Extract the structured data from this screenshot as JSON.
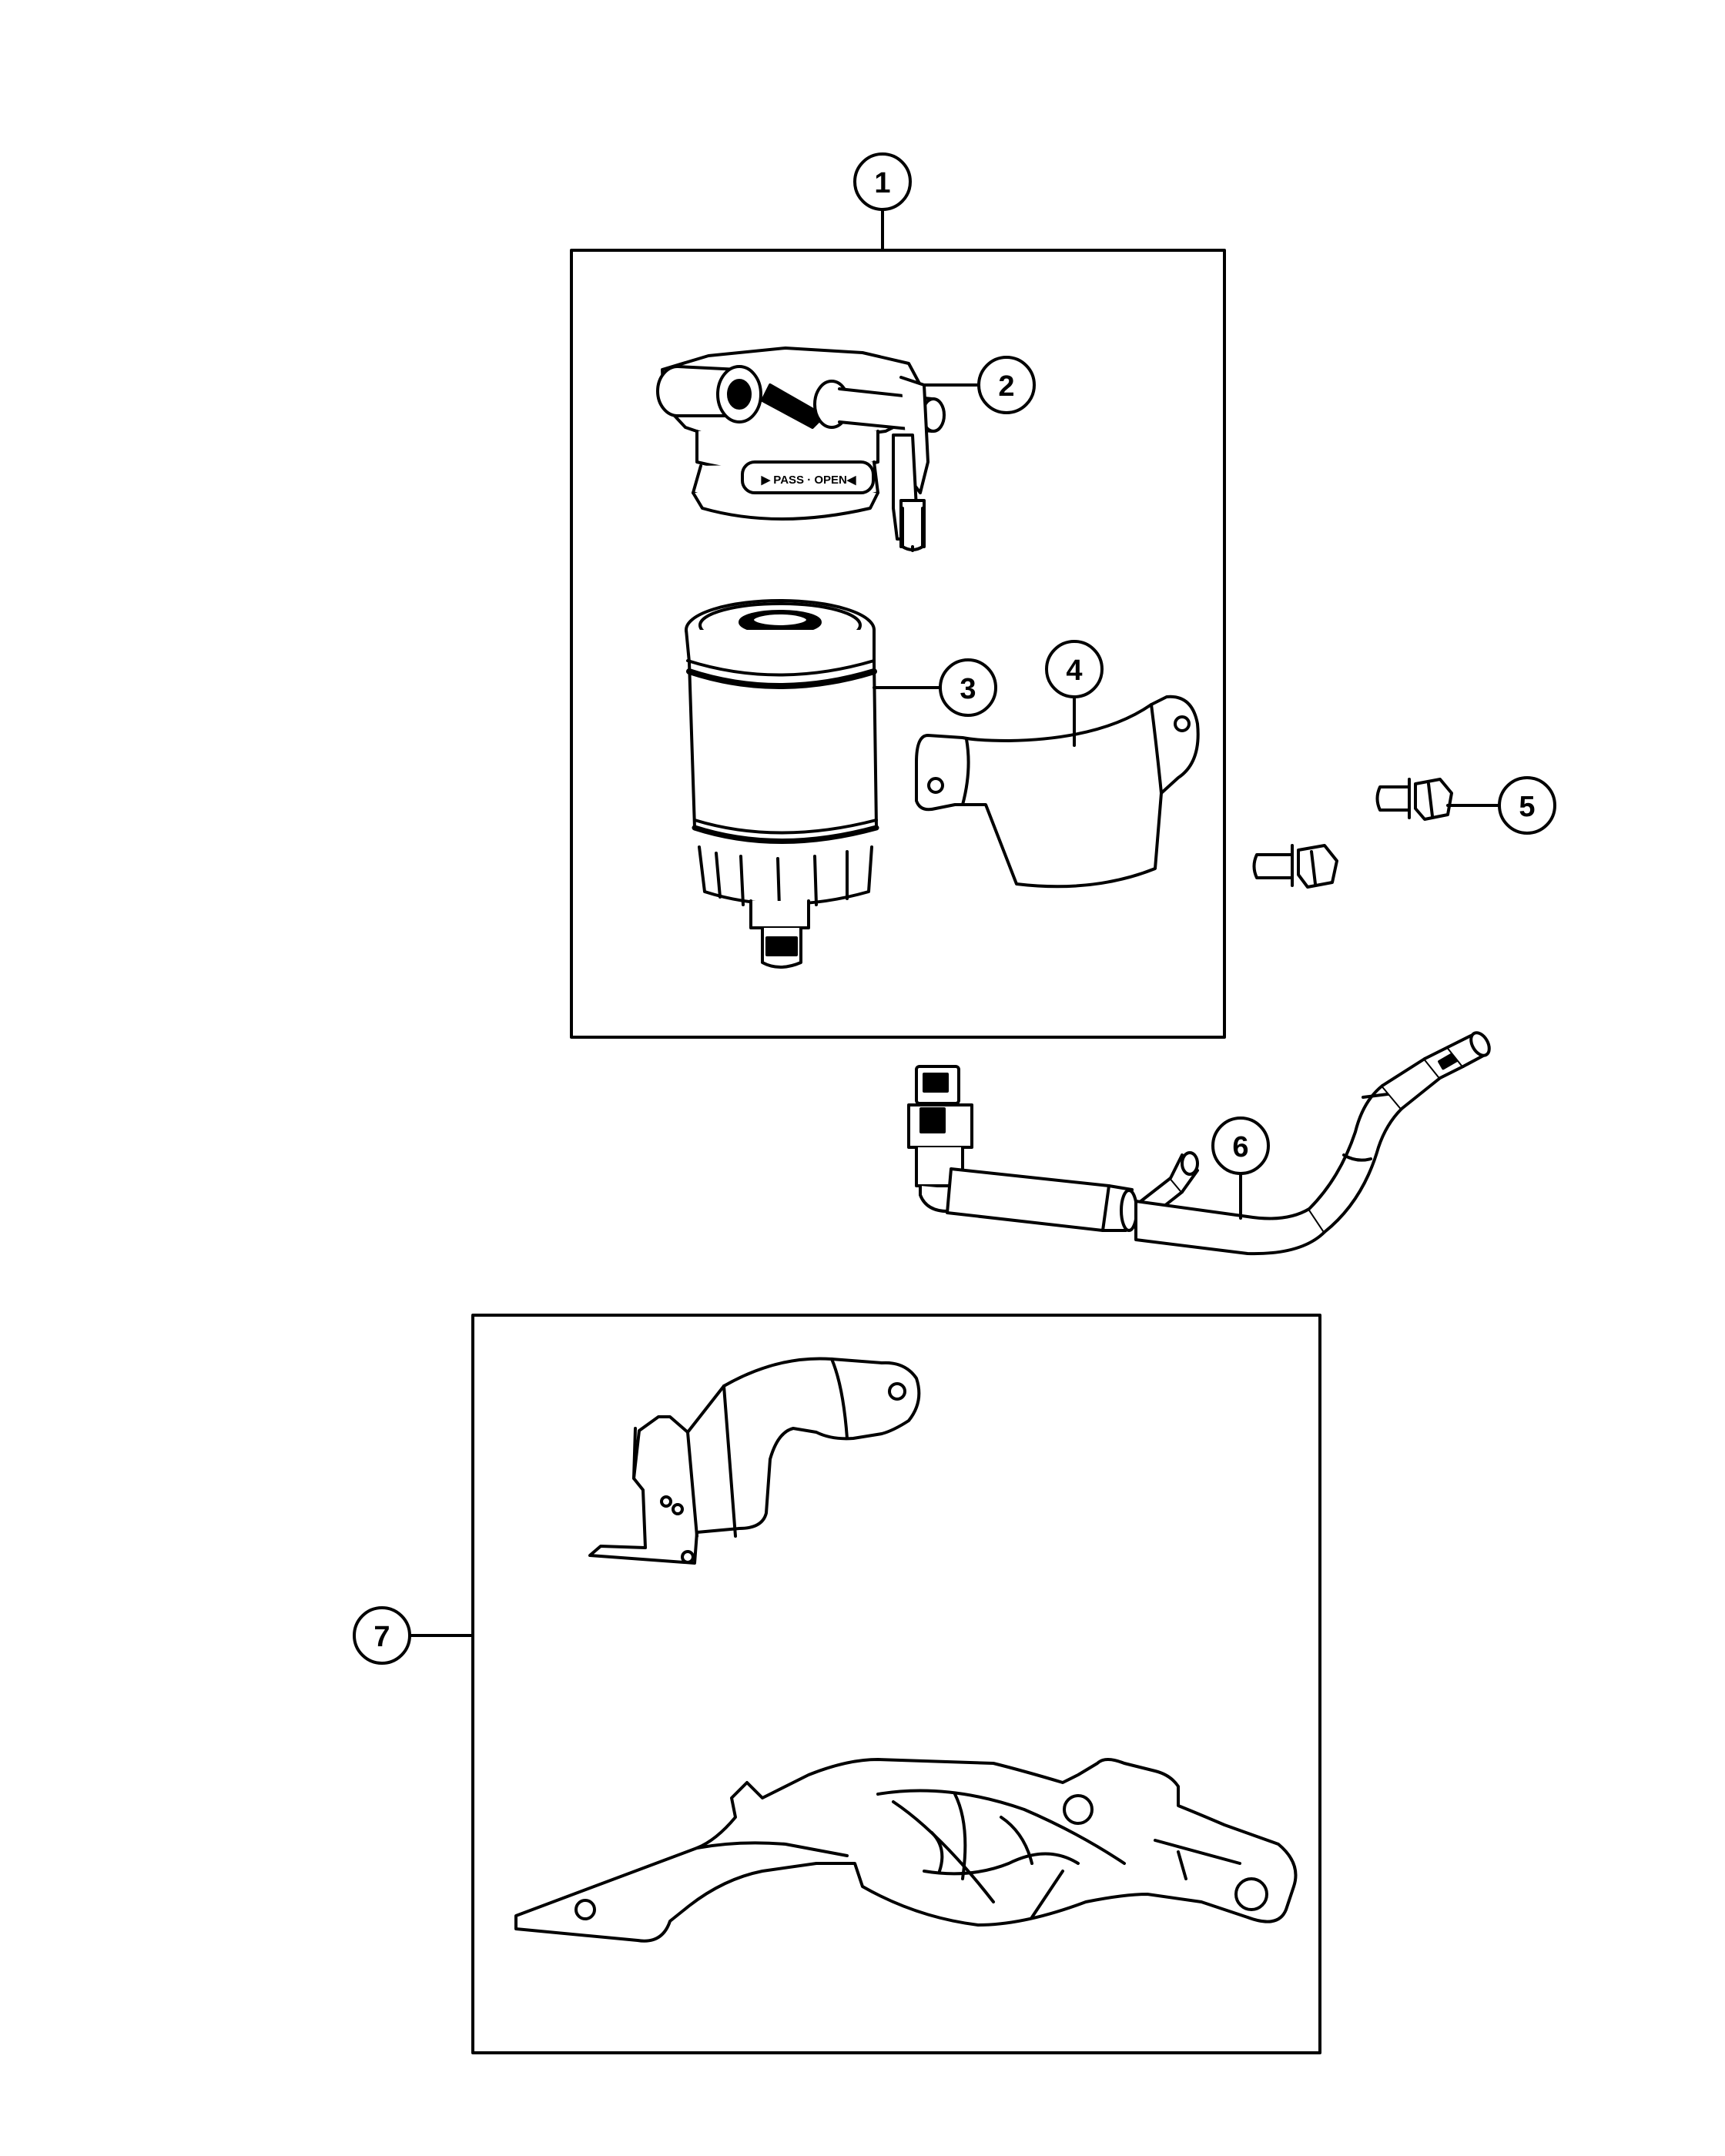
{
  "callouts": [
    {
      "id": "1",
      "label": "1"
    },
    {
      "id": "2",
      "label": "2"
    },
    {
      "id": "3",
      "label": "3"
    },
    {
      "id": "4",
      "label": "4"
    },
    {
      "id": "5",
      "label": "5"
    },
    {
      "id": "6",
      "label": "6"
    },
    {
      "id": "7",
      "label": "7"
    }
  ],
  "housing_band": {
    "text": "▶ PASS · OPEN◀"
  },
  "colors": {
    "ink": "#000000",
    "paper": "#ffffff"
  }
}
